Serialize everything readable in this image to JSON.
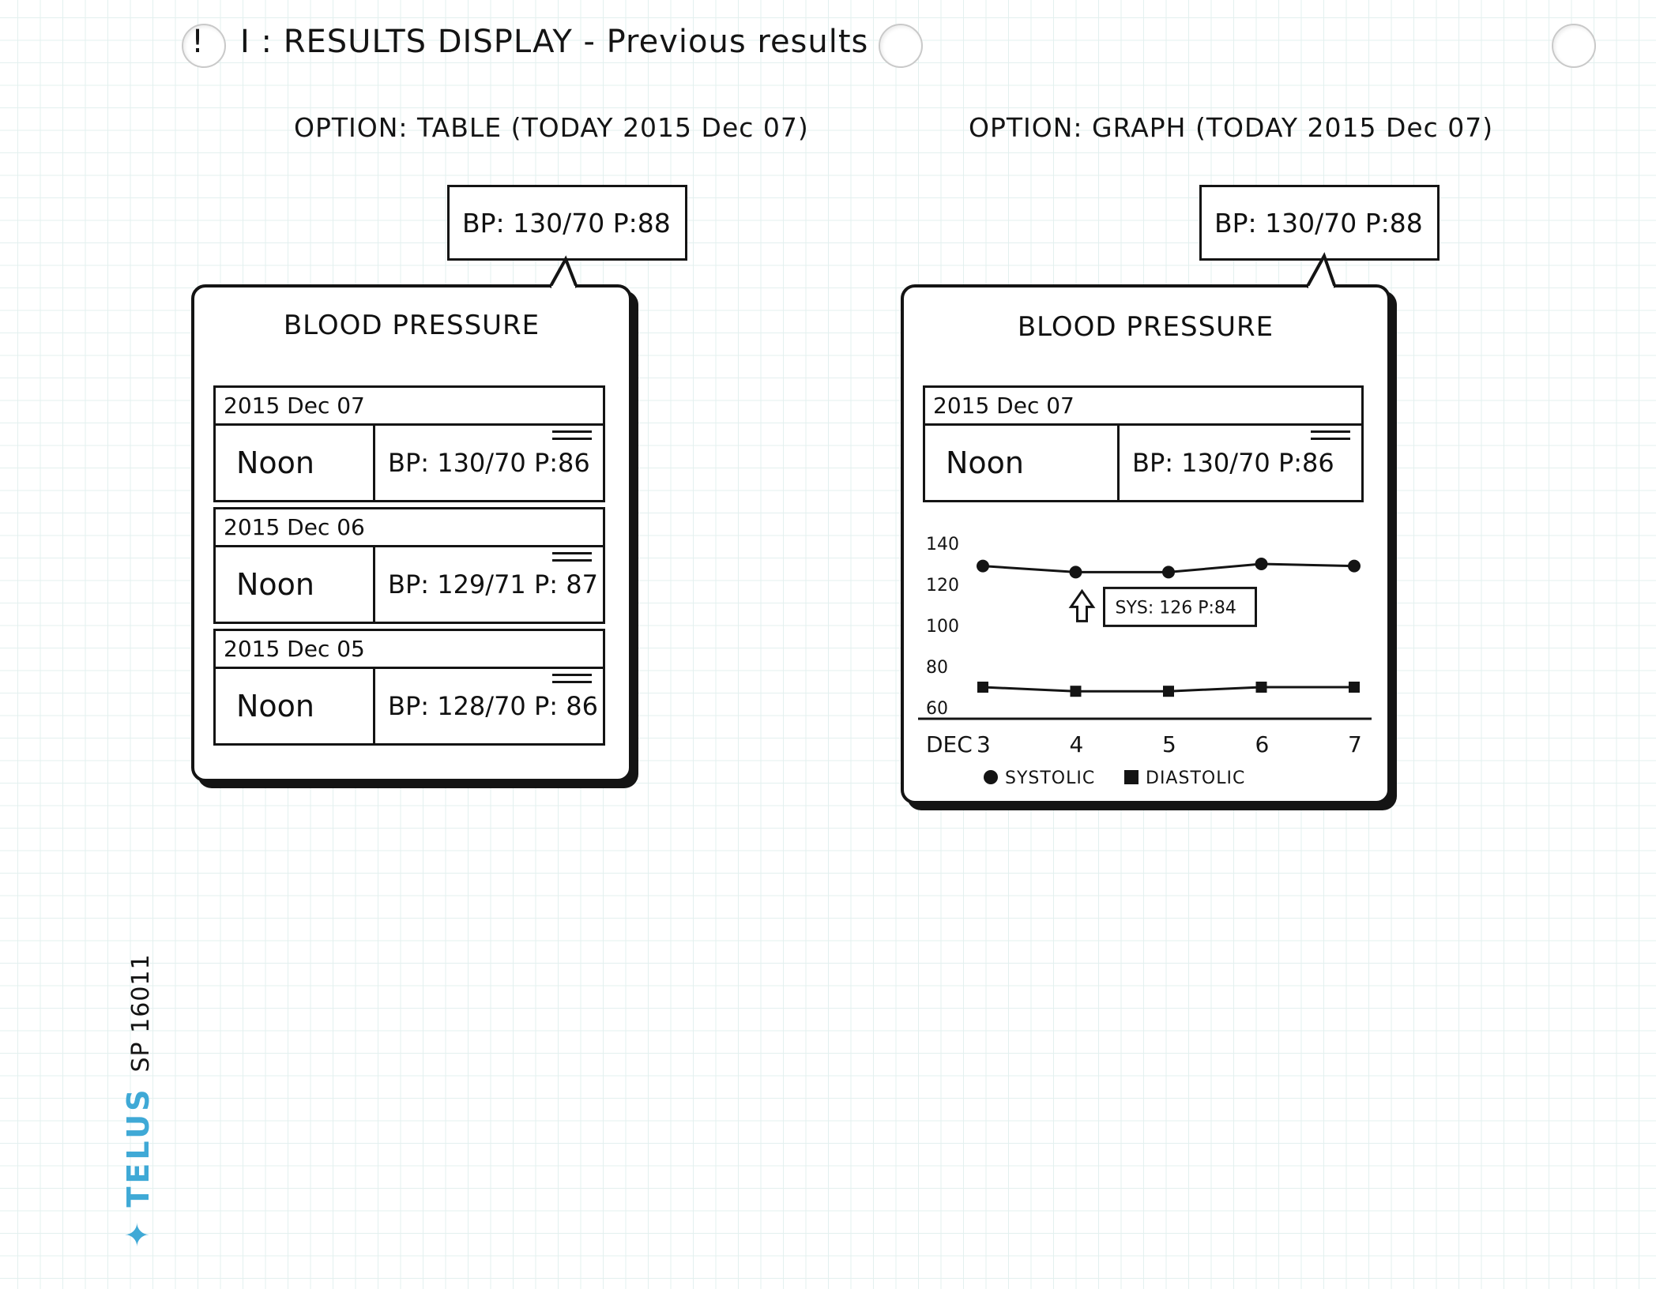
{
  "page": {
    "title": "I : RESULTS DISPLAY - Previous results",
    "alert_glyph": "!"
  },
  "table_option": {
    "label": "OPTION: TABLE (TODAY 2015 Dec 07)",
    "reading": "BP: 130/70 P:88",
    "panel_title": "BLOOD PRESSURE",
    "groups": [
      {
        "date": "2015 Dec 07",
        "time": "Noon",
        "reading": "BP: 130/70 P:86"
      },
      {
        "date": "2015 Dec 06",
        "time": "Noon",
        "reading": "BP: 129/71 P: 87"
      },
      {
        "date": "2015 Dec 05",
        "time": "Noon",
        "reading": "BP: 128/70 P: 86"
      }
    ]
  },
  "graph_option": {
    "label": "OPTION: GRAPH (TODAY 2015 Dec 07)",
    "reading": "BP: 130/70 P:88",
    "panel_title": "BLOOD PRESSURE",
    "date": "2015 Dec 07",
    "time": "Noon",
    "entry_reading": "BP: 130/70 P:86",
    "tooltip": "SYS: 126 P:84"
  },
  "chart_data": {
    "type": "line",
    "xlabel": "DEC",
    "x": [
      "3",
      "4",
      "5",
      "6",
      "7"
    ],
    "y_ticks": [
      "140",
      "120",
      "100",
      "80",
      "60"
    ],
    "ylim": [
      60,
      140
    ],
    "series": [
      {
        "name": "SYSTOLIC",
        "marker": "circle",
        "values": [
          129,
          126,
          126,
          130,
          129
        ]
      },
      {
        "name": "DIASTOLIC",
        "marker": "square",
        "values": [
          70,
          68,
          68,
          70,
          70
        ]
      }
    ],
    "legend_placement": "bottom",
    "annotation": "SYS: 126 P:84"
  },
  "brand": {
    "logo": "TELUS",
    "code": "SP 16011"
  },
  "colors": {
    "ink": "#141414",
    "grid": "#e3f0ef",
    "brand": "#3fa9d6"
  }
}
